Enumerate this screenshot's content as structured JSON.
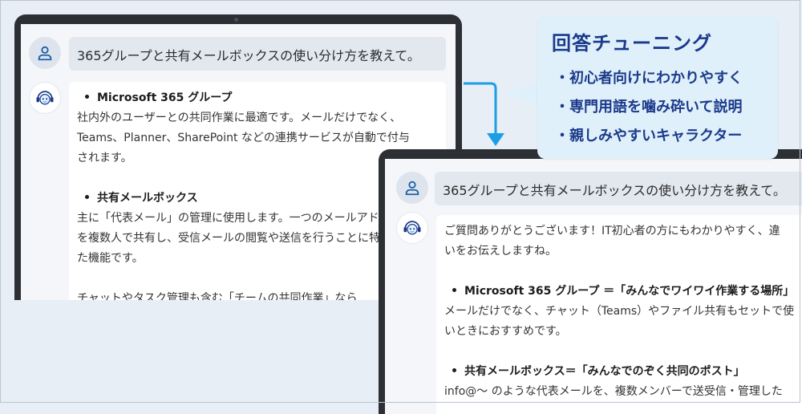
{
  "before": {
    "user_message": "365グループと共有メールボックスの使い分け方を教えて。",
    "bot_lines": [
      {
        "type": "heading",
        "text": "Microsoft 365 グループ"
      },
      {
        "type": "text",
        "text": "社内外のユーザーとの共同作業に最適です。メールだけでなく、"
      },
      {
        "type": "text",
        "text": "Teams、Planner、SharePoint などの連携サービスが自動で付与"
      },
      {
        "type": "text",
        "text": "されます。"
      },
      {
        "type": "gap",
        "text": ""
      },
      {
        "type": "heading",
        "text": "共有メールボックス"
      },
      {
        "type": "text",
        "text": "主に「代表メール」の管理に使用します。一つのメールアドレス"
      },
      {
        "type": "text",
        "text": "を複数人で共有し、受信メールの閲覧や送信を行うことに特化し"
      },
      {
        "type": "text",
        "text": "た機能です。"
      },
      {
        "type": "gap",
        "text": ""
      },
      {
        "type": "text",
        "text": "チャットやタスク管理も含む「チームの共同作業」なら"
      }
    ]
  },
  "after": {
    "user_message": "365グループと共有メールボックスの使い分け方を教えて。",
    "bot_lines": [
      {
        "type": "text",
        "text": "ご質問ありがとうございます！IT初心者の方にもわかりやすく、違"
      },
      {
        "type": "text",
        "text": "いをお伝えしますね。"
      },
      {
        "type": "gap",
        "text": ""
      },
      {
        "type": "heading",
        "text": "Microsoft 365 グループ ＝「みんなでワイワイ作業する場所」"
      },
      {
        "type": "text",
        "text": "メールだけでなく、チャット（Teams）やファイル共有もセットで使"
      },
      {
        "type": "text",
        "text": "いときにおすすめです。"
      },
      {
        "type": "gap",
        "text": ""
      },
      {
        "type": "heading",
        "text": "共有メールボックス＝「みんなでのぞく共同のポスト」"
      },
      {
        "type": "text",
        "text": "info@～ のような代表メールを、複数メンバーで送受信・管理した"
      }
    ]
  },
  "callout": {
    "title": "回答チューニング",
    "items": [
      "初心者向けにわかりやすく",
      "専門用語を噛み砕いて説明",
      "親しみやすいキャラクター"
    ]
  },
  "icons": {
    "user": "user-icon",
    "bot": "bot-headset-icon",
    "arrow": "arrow-down-icon"
  },
  "colors": {
    "accent": "#1b3a8a",
    "arrow": "#1a9ee8",
    "callout_bg": "#dff0fb",
    "device": "#2c3035"
  }
}
